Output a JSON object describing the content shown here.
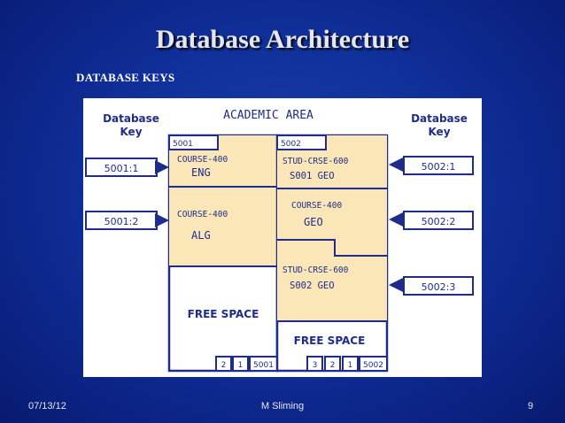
{
  "title": "Database Architecture",
  "subtitle": "DATABASE KEYS",
  "diagram": {
    "area_label": "ACADEMIC AREA",
    "left_header": [
      "Database",
      "Key"
    ],
    "right_header": [
      "Database",
      "Key"
    ],
    "left_keys": [
      "5001:1",
      "5001:2"
    ],
    "right_keys": [
      "5002:1",
      "5002:2",
      "5002:3"
    ],
    "page1": {
      "header": "5001",
      "record1_type": "COURSE-400",
      "record1_value": "ENG",
      "record2_type": "COURSE-400",
      "record2_value": "ALG",
      "free_space": "FREE SPACE",
      "index_slots": [
        "2",
        "1",
        "5001"
      ]
    },
    "page2": {
      "header": "5002",
      "record1_type": "STUD-CRSE-600",
      "record1_value": "S001  GEO",
      "record2_type": "COURSE-400",
      "record2_value": "GEO",
      "record3_type": "STUD-CRSE-600",
      "record3_value": "S002  GEO",
      "free_space": "FREE SPACE",
      "index_slots": [
        "3",
        "2",
        "1",
        "5002"
      ]
    }
  },
  "colors": {
    "box_border": "#1e2d8c",
    "record_fill": "#fbe6b8",
    "text_dark": "#1e2d8c"
  },
  "footer": {
    "date": "07/13/12",
    "author": "M Sliming",
    "page": "9"
  }
}
